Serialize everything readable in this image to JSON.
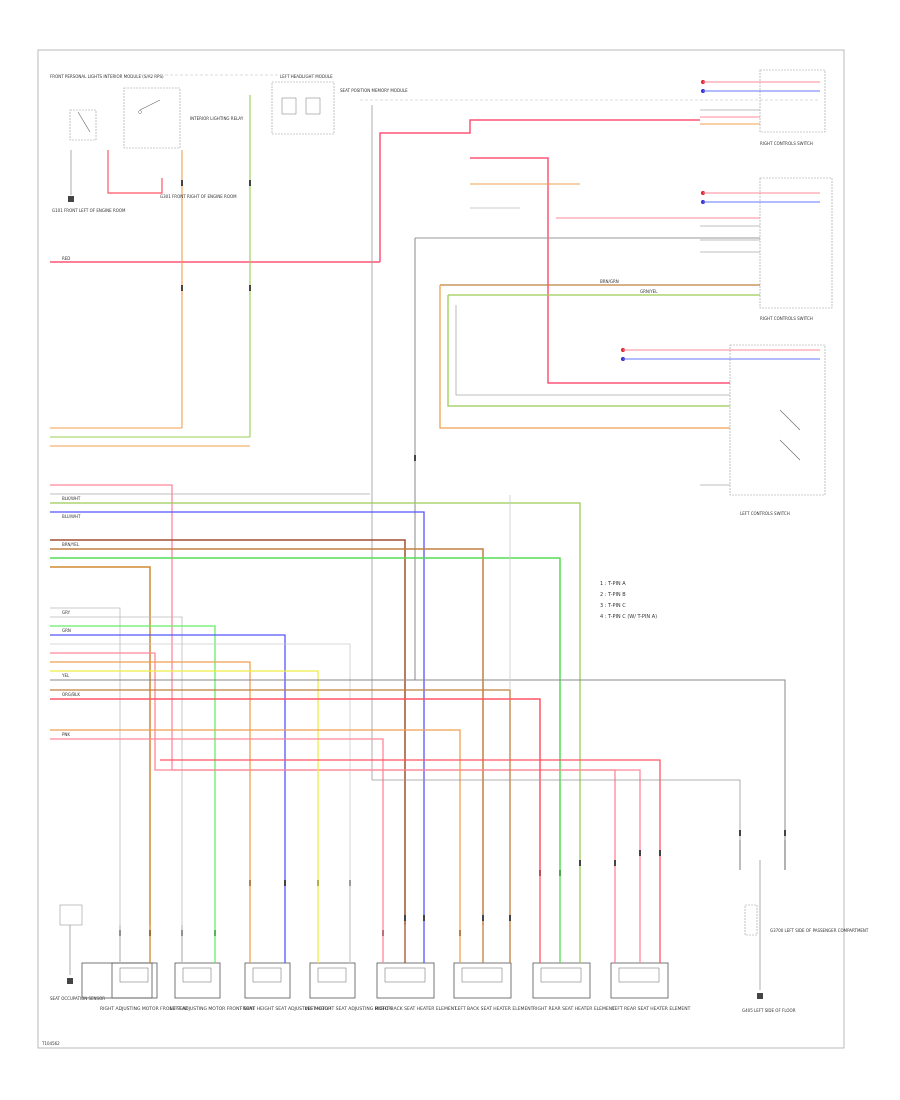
{
  "diagram": {
    "footer_code": "T104562",
    "legend": [
      "1 : T-PIN A",
      "2 : T-PIN B",
      "3 : T-PIN C",
      "4 : T-PIN C (W/ T-PIN A)"
    ],
    "components": {
      "front_left_interface": "FRONT PERSONAL LIGHTS INTERIOR MODULE (S/A2 RPS)",
      "interior_light_relay": "INTERIOR LIGHTING RELAY",
      "left_headlight": "LEFT HEADLIGHT MODULE",
      "seat_module": "SEAT POSITION MEMORY MODULE",
      "right_controls": "RIGHT CONTROLS SWITCH",
      "right_controls_2": "RIGHT CONTROLS SWITCH",
      "left_controls": "LEFT CONTROLS SWITCH",
      "seat_occupation": "SEAT OCCUPATION SENSOR",
      "ground_1": "G101 FRONT LEFT OF ENGINE ROOM",
      "ground_2": "G301 FRONT RIGHT OF ENGINE ROOM",
      "ground_3": "G405 LEFT SIDE OF FLOOR",
      "lower_ground_label": "G3700 LEFT SIDE OF PASSENGER COMPARTMENT"
    },
    "bottom_modules": [
      {
        "label": "RIGHT ADJUSTING MOTOR FRONT SEAT"
      },
      {
        "label": "LEFT ADJUSTING MOTOR FRONT SEAT"
      },
      {
        "label": "FRONT HEIGHT SEAT ADJUSTING MOTOR"
      },
      {
        "label": "LEFT HEIGHT SEAT ADJUSTING MOTOR"
      },
      {
        "label": "RIGHT BACK SEAT HEATER ELEMENT"
      },
      {
        "label": "LEFT BACK SEAT HEATER ELEMENT"
      },
      {
        "label": "RIGHT REAR SEAT HEATER ELEMENT"
      },
      {
        "label": "LEFT REAR SEAT HEATER ELEMENT"
      }
    ],
    "wire_labels": {
      "red": "RED",
      "blk_wht": "BLK/WHT",
      "grn_yel": "GRN/YEL",
      "blu": "BLU/WHT",
      "brn": "BRN/GRN",
      "brn_yel": "BRN/YEL",
      "gry": "GRY",
      "grn": "GRN",
      "yel": "YEL",
      "org": "ORG/BLK",
      "pnk": "PNK"
    }
  }
}
